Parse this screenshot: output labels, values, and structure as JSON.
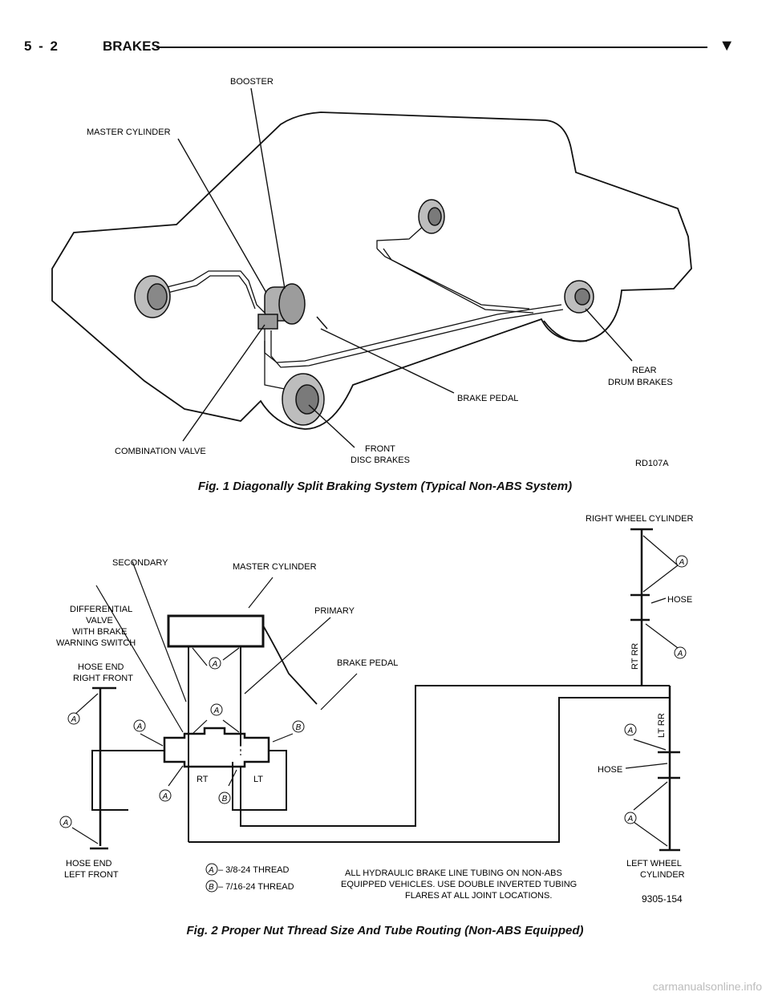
{
  "header": {
    "page_number": "5 - 2",
    "section": "BRAKES",
    "marker": "▼"
  },
  "figure1": {
    "labels": {
      "booster": "BOOSTER",
      "master_cylinder": "MASTER CYLINDER",
      "rear_drum_1": "REAR",
      "rear_drum_2": "DRUM BRAKES",
      "brake_pedal": "BRAKE PEDAL",
      "combination_valve": "COMBINATION VALVE",
      "front_disc_1": "FRONT",
      "front_disc_2": "DISC BRAKES",
      "code": "RD107A"
    },
    "caption": "Fig. 1 Diagonally Split Braking System (Typical Non-ABS System)"
  },
  "figure2": {
    "labels": {
      "right_wheel_cylinder": "RIGHT WHEEL CYLINDER",
      "secondary": "SECONDARY",
      "master_cylinder": "MASTER CYLINDER",
      "differential_1": "DIFFERENTIAL",
      "differential_2": "VALVE",
      "differential_3": "WITH BRAKE",
      "differential_4": "WARNING SWITCH",
      "primary": "PRIMARY",
      "hose_right": "HOSE",
      "hose_end_rf_1": "HOSE END",
      "hose_end_rf_2": "RIGHT FRONT",
      "brake_pedal": "BRAKE PEDAL",
      "rt_rr": "RT RR",
      "lt_rr": "LT RR",
      "hose_left": "HOSE",
      "rt": "RT",
      "lt": "LT",
      "hose_end_lf_1": "HOSE END",
      "hose_end_lf_2": "LEFT FRONT",
      "left_wheel_1": "LEFT WHEEL",
      "left_wheel_2": "CYLINDER",
      "legend_a": "– 3/8-24 THREAD",
      "legend_b": "– 7/16-24 THREAD",
      "note_1": "ALL HYDRAULIC BRAKE LINE TUBING ON NON-ABS",
      "note_2": "EQUIPPED VEHICLES. USE DOUBLE INVERTED TUBING",
      "note_3": "FLARES AT ALL JOINT LOCATIONS.",
      "code": "9305-154",
      "callout_a": "A",
      "callout_b": "B"
    },
    "caption": "Fig. 2 Proper Nut Thread Size And Tube Routing (Non-ABS Equipped)"
  },
  "footer": {
    "watermark": "carmanualsonline.info"
  }
}
